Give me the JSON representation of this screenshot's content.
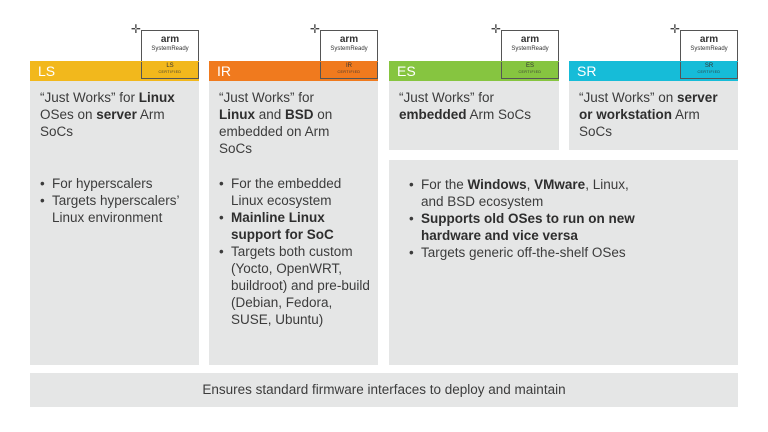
{
  "columns": [
    {
      "code": "LS",
      "color": "#f2b81c",
      "badge": "LS",
      "intro_pre": "“Just Works” for ",
      "intro_b1": "Linux",
      "intro_mid": " OSes on ",
      "intro_b2": "server",
      "intro_post": " Arm SoCs",
      "bullets": [
        "For hyperscalers",
        "Targets hyperscalers’ Linux environment"
      ]
    },
    {
      "code": "IR",
      "color": "#f07a1e",
      "badge": "IR",
      "intro_pre": "“Just Works” for ",
      "intro_b1": "Linux",
      "intro_mid": " and ",
      "intro_b2": "BSD",
      "intro_post": " on embedded on Arm SoCs",
      "bullet1": "For the embedded Linux ecosystem",
      "bullet2_b": "Mainline Linux support for SoC",
      "bullet3": "Targets both custom (Yocto, OpenWRT, buildroot) and pre-build (Debian, Fedora, SUSE, Ubuntu)"
    },
    {
      "code": "ES",
      "color": "#86c540",
      "badge": "ES",
      "intro_pre": "“Just Works” for ",
      "intro_b1": "embedded",
      "intro_post": " Arm SoCs"
    },
    {
      "code": "SR",
      "color": "#16bcd8",
      "badge": "SR",
      "intro_pre": "“Just Works” on ",
      "intro_b1": "server or workstation",
      "intro_post": " Arm SoCs"
    }
  ],
  "logo": {
    "arm": "arm",
    "systemready": "SystemReady",
    "certified": "CERTIFIED"
  },
  "es_sr_shared": {
    "b1_pre": "For the ",
    "b1_bold1": "Windows",
    "b1_sep": ", ",
    "b1_bold2": "VMware",
    "b1_post": ", Linux, and BSD ecosystem",
    "b2_bold": "Supports old OSes to run on new hardware and vice versa",
    "b3": "Targets generic off-the-shelf OSes"
  },
  "footer": "Ensures standard firmware interfaces to deploy and maintain"
}
